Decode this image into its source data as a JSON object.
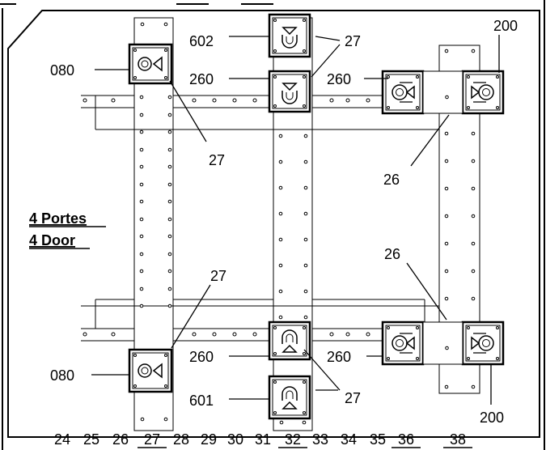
{
  "legend": {
    "line1": "4 Portes",
    "line2": "4 Door"
  },
  "callouts": {
    "c602": "602",
    "c080_top": "080",
    "c260_top_left": "260",
    "c260_top_right": "260",
    "c200_top": "200",
    "c27_top_right": "27",
    "c27_upper_left": "27",
    "c26_upper": "26",
    "c27_lower_left": "27",
    "c26_lower": "26",
    "c080_bottom": "080",
    "c260_bottom_left": "260",
    "c260_bottom_right": "260",
    "c601": "601",
    "c27_bottom_right": "27",
    "c200_bottom": "200"
  },
  "scale": [
    "24",
    "25",
    "26",
    "27",
    "28",
    "29",
    "30",
    "31",
    "32",
    "33",
    "34",
    "35",
    "36",
    "38"
  ],
  "underlined_scale": [
    "27",
    "32",
    "36",
    "38"
  ]
}
